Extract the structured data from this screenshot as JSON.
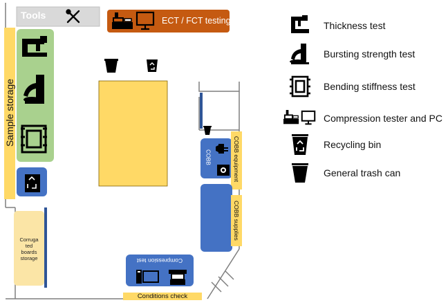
{
  "plan": {
    "tools_label": "Tools",
    "ect_fct_label": "ECT / FCT testing",
    "sample_storage_label": "Sample storage",
    "corrugated_lines": [
      "Corruga",
      "ted",
      "boards",
      "storage"
    ],
    "cobb_label": "COBB",
    "cobb_equipment_label": "COBB equipment",
    "cobb_supplies_label": "COBB supplies",
    "compression_test_label": "Compression test",
    "conditions_check_label": "Conditions check"
  },
  "legend": {
    "items": [
      {
        "icon": "thickness-test-icon",
        "label": "Thickness test"
      },
      {
        "icon": "bursting-strength-icon",
        "label": "Bursting strength test"
      },
      {
        "icon": "bending-stiffness-icon",
        "label": "Bending stiffness test"
      },
      {
        "icon": "compression-tester-pc-icon",
        "label": "Compression tester and PC"
      },
      {
        "icon": "recycling-bin-icon",
        "label": "Recycling bin"
      },
      {
        "icon": "general-trash-icon",
        "label": "General trash can"
      }
    ]
  },
  "colors": {
    "tools_gray": "#d9d9d9",
    "ect_orange": "#c55a11",
    "sample_yellow": "#ffd966",
    "green_station": "#a9d18e",
    "blue_station": "#4472c4",
    "table_yellow": "#ffd966",
    "peach": "#fbe5a6"
  }
}
